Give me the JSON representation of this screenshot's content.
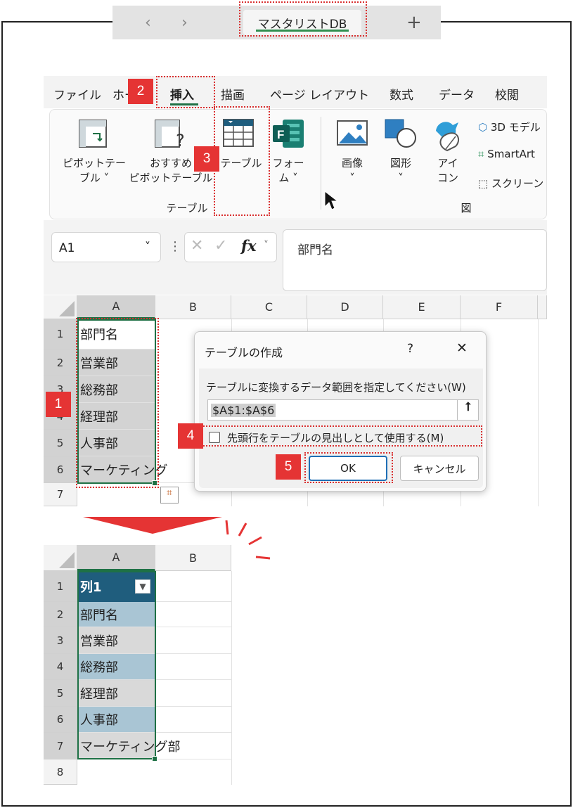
{
  "browser": {
    "tab_title": "マスタリストDB",
    "back": "‹",
    "forward": "›",
    "new_tab": "+"
  },
  "ribbon": {
    "menu": [
      "ファイル",
      "ホーム",
      "挿入",
      "描画",
      "ページ レイアウト",
      "数式",
      "データ",
      "校閲"
    ],
    "active_menu": "挿入",
    "pivot_label_1": "ピボットテー",
    "pivot_label_2": "ブル ˅",
    "rec_pivot_label_1": "おすすめ",
    "rec_pivot_label_2": "ピボットテーブル",
    "table_label": "テーブル",
    "forms_label_1": "フォー",
    "forms_label_2": "ム ˅",
    "group_table": "テーブル",
    "image_label": "画像",
    "shape_label": "図形",
    "icon_label_1": "アイ",
    "icon_label_2": "コン",
    "model3d_label": "3D モデル",
    "smartart_label": "SmartArt",
    "screenshot_label": "スクリーン",
    "group_figure": "図",
    "dropdown": "˅"
  },
  "formula_bar": {
    "cell_ref": "A1",
    "fx": "fx",
    "content": "部門名"
  },
  "sheet_top": {
    "columns": [
      "A",
      "B",
      "C",
      "D",
      "E",
      "F"
    ],
    "rows": [
      "1",
      "2",
      "3",
      "4",
      "5",
      "6",
      "7"
    ],
    "cells": [
      "部門名",
      "営業部",
      "総務部",
      "経理部",
      "人事部",
      "マーケティング"
    ]
  },
  "dialog": {
    "title": "テーブルの作成",
    "help": "?",
    "close": "✕",
    "prompt": "テーブルに変換するデータ範囲を指定してください(W)",
    "range": "$A$1:$A$6",
    "checkbox_label": "先頭行をテーブルの見出しとして使用する(M)",
    "checkbox_checked": false,
    "ok": "OK",
    "cancel": "キャンセル"
  },
  "steps": [
    "1",
    "2",
    "3",
    "4",
    "5"
  ],
  "sheet_bottom": {
    "columns": [
      "A",
      "B"
    ],
    "rows": [
      "1",
      "2",
      "3",
      "4",
      "5",
      "6",
      "7",
      "8"
    ],
    "header": "列1",
    "cells": [
      "部門名",
      "営業部",
      "総務部",
      "経理部",
      "人事部",
      "マーケティング部"
    ]
  },
  "colors": {
    "accent_green": "#1e7145",
    "marker_red": "#e53434",
    "table_header": "#1f5d7d",
    "table_band": "#a9c5d4"
  }
}
